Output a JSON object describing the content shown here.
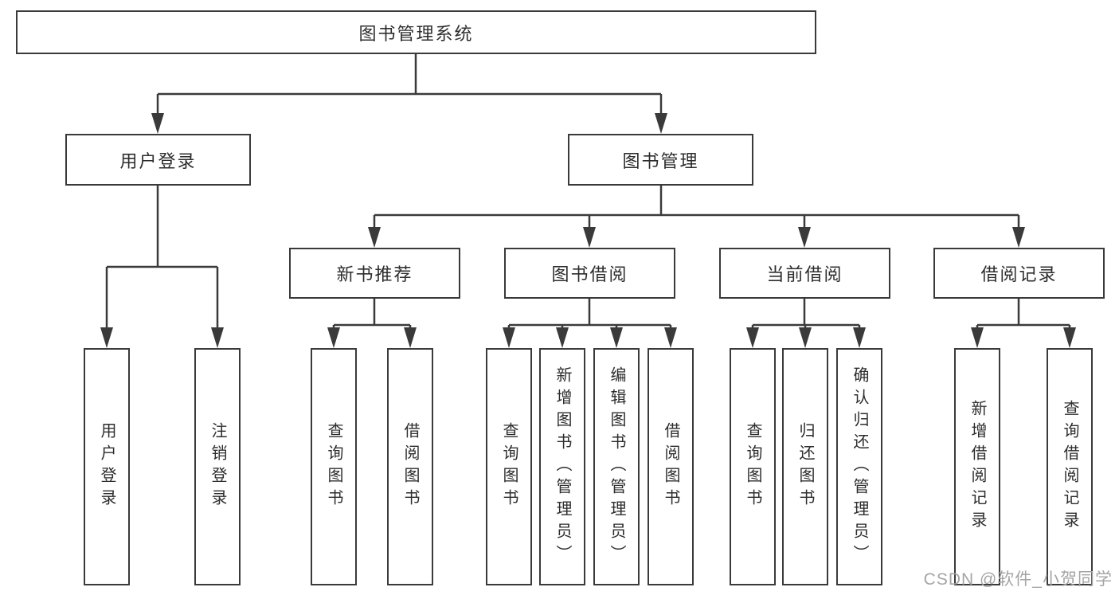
{
  "diagram": {
    "root": {
      "label": "图书管理系统"
    },
    "level2": {
      "user_login": {
        "label": "用户登录",
        "leaves": [
          "用户登录",
          "注销登录"
        ]
      },
      "book_management": {
        "label": "图书管理",
        "sections": {
          "new_book_recommend": {
            "label": "新书推荐",
            "leaves": [
              "查询图书",
              "借阅图书"
            ]
          },
          "book_borrowing": {
            "label": "图书借阅",
            "leaves": [
              "查询图书",
              "新增图书（管理员）",
              "编辑图书（管理员）",
              "借阅图书"
            ]
          },
          "current_borrowing": {
            "label": "当前借阅",
            "leaves": [
              "查询图书",
              "归还图书",
              "确认归还（管理员）"
            ]
          },
          "borrowing_records": {
            "label": "借阅记录",
            "leaves": [
              "新增借阅记录",
              "查询借阅记录"
            ]
          }
        }
      }
    }
  },
  "watermark": {
    "text": "CSDN @软件_小贺同学"
  },
  "colors": {
    "line": "#3a3a3a",
    "text": "#2d2d2d",
    "box_fill": "#ffffff",
    "background": "#ffffff",
    "watermark": "#a5a5a5"
  }
}
